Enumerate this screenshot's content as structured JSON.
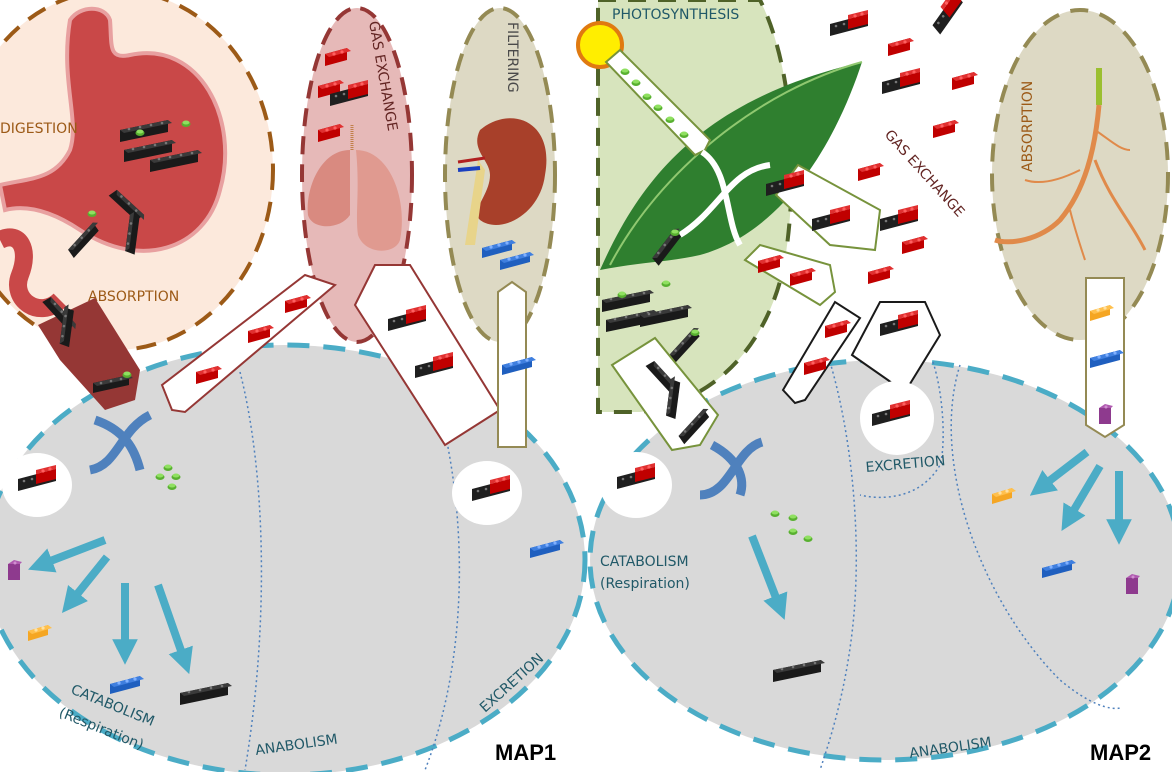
{
  "colors": {
    "cell_fill": "#d9d9d9",
    "cell_border": "#4bacc6",
    "digestion_fill": "#fce9dc",
    "digestion_border": "#9c5a17",
    "gas_fill": "#e6b9b8",
    "gas_border": "#953735",
    "filter_fill": "#ddd9c4",
    "filter_border": "#948a54",
    "photo_fill": "#d7e4bd",
    "photo_border": "#4f6228",
    "label_teal": "#215968",
    "label_brown": "#9c5a17",
    "label_maroon": "#632523",
    "arrow_blue": "#4bacc6",
    "curve_arrow": "#4f81bd",
    "brick_black": "#262626",
    "brick_red": "#c00000",
    "brick_blue": "#1f5fbf",
    "brick_orange": "#f5a623",
    "brick_purple": "#8e3a8e",
    "brick_green": "#6abf3a"
  },
  "map1": {
    "title": "MAP1",
    "digestion": {
      "label": "DIGESTION",
      "icon": "stomach-icon"
    },
    "absorption": {
      "label": "ABSORPTION"
    },
    "gas_exchange": {
      "label": "GAS EXCHANGE",
      "icon": "lungs-icon"
    },
    "filtering": {
      "label": "FILTERING",
      "icon": "kidney-icon"
    },
    "catabolism": {
      "label": "CATABOLISM",
      "sublabel": "(Respiration)"
    },
    "anabolism": {
      "label": "ANABOLISM"
    },
    "excretion": {
      "label": "EXCRETION"
    }
  },
  "map2": {
    "title": "MAP2",
    "photosynthesis": {
      "label": "PHOTOSYNTHESIS",
      "icon": "leaf-icon",
      "sun_icon": "sun-icon"
    },
    "gas_exchange": {
      "label": "GAS EXCHANGE"
    },
    "absorption": {
      "label": "ABSORPTION",
      "icon": "root-icon"
    },
    "catabolism": {
      "label": "CATABOLISM",
      "sublabel": "(Respiration)"
    },
    "anabolism": {
      "label": "ANABOLISM"
    },
    "excretion": {
      "label": "EXCRETION"
    }
  }
}
